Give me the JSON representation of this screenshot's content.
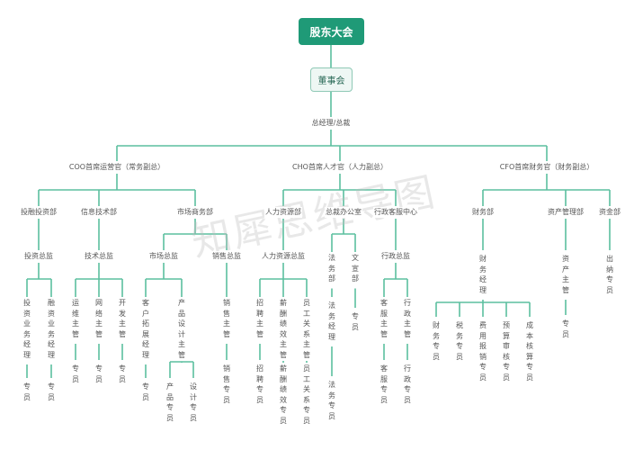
{
  "colors": {
    "accent": "#1f9a77",
    "line": "#5cbf9f",
    "board_fill": "#eef7f4",
    "text": "#555555"
  },
  "watermark": "知犀思维导图",
  "root": {
    "label": "股东大会"
  },
  "board": {
    "label": "董事会"
  },
  "ceo": {
    "label": "总经理/总裁"
  },
  "executives": [
    {
      "label": "COO首席运营官（常务副总）",
      "departments": [
        {
          "label": "投融投资部",
          "director": "投资总监",
          "managers": [
            {
              "label": "投资业务经理",
              "staff": [
                "专员"
              ]
            },
            {
              "label": "融资业务经理",
              "staff": [
                "专员"
              ]
            }
          ]
        },
        {
          "label": "信息技术部",
          "director": "技术总监",
          "managers": [
            {
              "label": "运维主管",
              "staff": [
                "专员"
              ]
            },
            {
              "label": "网络主管",
              "staff": [
                "专员"
              ]
            },
            {
              "label": "开发主管",
              "staff": [
                "专员"
              ]
            }
          ]
        },
        {
          "label": "市场商务部",
          "directors": [
            {
              "label": "市场总监",
              "managers": [
                {
                  "label": "客户拓展经理",
                  "staff": [
                    "专员"
                  ]
                },
                {
                  "label": "产品设计主管",
                  "staff": [
                    "产品专员",
                    "设计专员"
                  ]
                }
              ]
            },
            {
              "label": "销售总监",
              "managers": [
                {
                  "label": "销售主管",
                  "staff": [
                    "销售专员"
                  ]
                }
              ]
            }
          ]
        }
      ]
    },
    {
      "label": "CHO首席人才官（人力副总）",
      "departments": [
        {
          "label": "人力资源部",
          "director": "人力资源总监",
          "managers": [
            {
              "label": "招聘主管",
              "staff": [
                "招聘专员"
              ]
            },
            {
              "label": "薪酬绩效主管",
              "staff": [
                "薪酬绩效专员"
              ]
            },
            {
              "label": "员工关系主管",
              "staff": [
                "员工关系专员"
              ]
            }
          ]
        },
        {
          "label": "总裁办公室",
          "subunits": [
            {
              "label": "法务部",
              "chain": [
                "法务经理",
                "法务专员"
              ]
            },
            {
              "label": "文宣部",
              "chain": [
                "专员"
              ]
            }
          ]
        },
        {
          "label": "行政客服中心",
          "director": "行政总监",
          "managers": [
            {
              "label": "客服主管",
              "staff": [
                "客服专员"
              ]
            },
            {
              "label": "行政主管",
              "staff": [
                "行政专员"
              ]
            }
          ]
        }
      ]
    },
    {
      "label": "CFO首席财务官（财务副总）",
      "departments": [
        {
          "label": "财务部",
          "manager": "财务经理",
          "staff": [
            "财务专员",
            "税务专员",
            "费用报销专员",
            "预算审核专员",
            "成本核算专员"
          ]
        },
        {
          "label": "资产管理部",
          "chain": [
            "资产主管",
            "专员"
          ]
        },
        {
          "label": "资金部",
          "chain": [
            "出纳专员"
          ]
        }
      ]
    }
  ]
}
